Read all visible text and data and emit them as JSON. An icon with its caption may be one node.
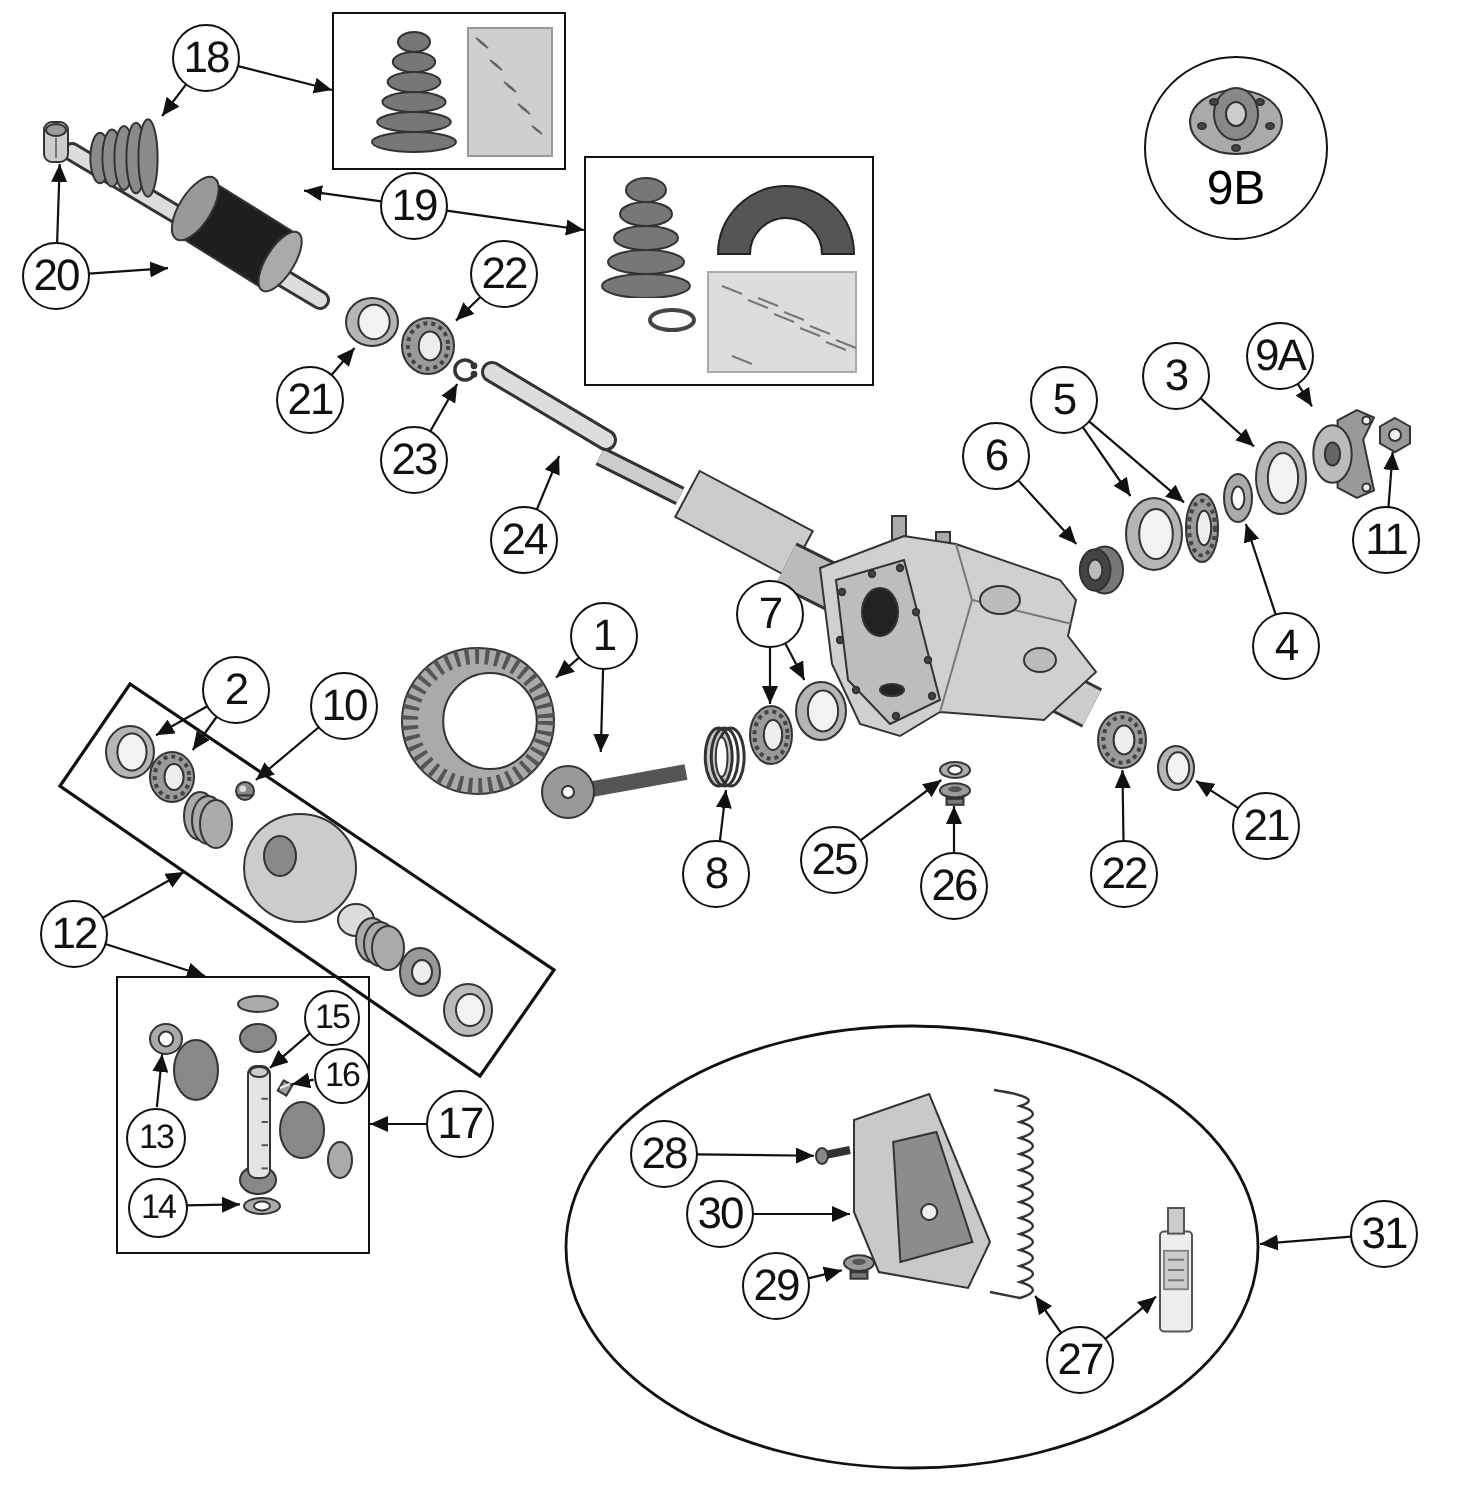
{
  "diagram": {
    "nodes": [
      {
        "text": [],
        "shape": "box"
      },
      {
        "text": [
          "18"
        ]
      },
      {
        "text": [
          "9B"
        ]
      },
      {
        "text": [],
        "shape": "box"
      },
      {
        "text": [
          "19"
        ]
      },
      {
        "text": [],
        "shape": "picture"
      },
      {
        "text": [],
        "shape": "picture"
      },
      {
        "text": [],
        "shape": "picture"
      },
      {
        "text": [
          "20"
        ]
      },
      {
        "text": [
          "22"
        ]
      },
      {
        "text": [],
        "shape": "picture"
      },
      {
        "text": [],
        "shape": "picture"
      },
      {
        "text": [
          "21"
        ]
      },
      {
        "text": [],
        "shape": "picture"
      },
      {
        "text": [
          "9A"
        ]
      },
      {
        "text": [
          "3"
        ]
      },
      {
        "text": [
          "5"
        ]
      },
      {
        "text": [
          "6"
        ]
      },
      {
        "text": [
          "23"
        ]
      },
      {
        "text": [],
        "shape": "picture"
      },
      {
        "text": [
          "24"
        ]
      },
      {
        "text": [],
        "shape": "picture"
      },
      {
        "text": [],
        "shape": "picture"
      },
      {
        "text": [],
        "shape": "picture"
      },
      {
        "text": [],
        "shape": "picture"
      },
      {
        "text": [],
        "shape": "picture"
      },
      {
        "text": [],
        "shape": "picture"
      },
      {
        "text": [],
        "shape": "picture"
      },
      {
        "text": [
          "11"
        ]
      },
      {
        "text": [
          "7"
        ]
      },
      {
        "text": [
          "1"
        ]
      },
      {
        "text": [
          "4"
        ]
      },
      {
        "text": [
          "2"
        ]
      },
      {
        "text": [
          "10"
        ]
      },
      {
        "text": [],
        "shape": "picture"
      },
      {
        "text": [],
        "shape": "picture"
      },
      {
        "text": [],
        "shape": "picture"
      },
      {
        "text": [],
        "shape": "picture"
      },
      {
        "text": [],
        "shape": "picture"
      },
      {
        "text": [],
        "shape": "box"
      },
      {
        "text": [],
        "shape": "picture",
        "in": 39
      },
      {
        "text": [],
        "shape": "picture",
        "in": 39
      },
      {
        "text": [],
        "shape": "picture",
        "in": 39
      },
      {
        "text": [],
        "shape": "picture"
      },
      {
        "text": [],
        "shape": "picture"
      },
      {
        "text": [],
        "shape": "picture"
      },
      {
        "text": [],
        "shape": "picture"
      },
      {
        "text": [
          "25"
        ]
      },
      {
        "text": [
          "8"
        ]
      },
      {
        "text": [
          "26"
        ]
      },
      {
        "text": [
          "22"
        ]
      },
      {
        "text": [
          "21"
        ]
      },
      {
        "text": [
          "12"
        ]
      },
      {
        "text": [],
        "shape": "box"
      },
      {
        "text": [
          "15"
        ],
        "in": 53
      },
      {
        "text": [],
        "shape": "picture",
        "in": 53
      },
      {
        "text": [
          "16"
        ],
        "in": 53
      },
      {
        "text": [],
        "shape": "picture",
        "in": 53
      },
      {
        "text": [],
        "shape": "picture",
        "in": 53
      },
      {
        "text": [
          "13"
        ],
        "in": 53
      },
      {
        "text": [
          "17"
        ]
      },
      {
        "text": [],
        "shape": "picture",
        "in": 53
      },
      {
        "text": [
          "14"
        ],
        "in": 53
      },
      {
        "text": [],
        "shape": "ellipse"
      },
      {
        "text": [
          "28"
        ],
        "in": 63
      },
      {
        "text": [],
        "shape": "picture",
        "in": 63
      },
      {
        "text": [
          "30"
        ],
        "in": 63
      },
      {
        "text": [],
        "shape": "picture",
        "in": 63
      },
      {
        "text": [],
        "shape": "picture",
        "in": 63
      },
      {
        "text": [],
        "shape": "picture",
        "in": 63
      },
      {
        "text": [
          "29"
        ],
        "in": 63
      },
      {
        "text": [],
        "shape": "picture",
        "in": 63
      },
      {
        "text": [
          "27"
        ],
        "in": 63
      },
      {
        "text": [
          "31"
        ]
      }
    ],
    "edges": [
      {
        "from": 1,
        "to": 0,
        "arrow": "to"
      },
      {
        "from": 1,
        "to": 5,
        "arrow": "to"
      },
      {
        "from": 4,
        "to": 7,
        "arrow": "to"
      },
      {
        "from": 4,
        "to": 3,
        "arrow": "to"
      },
      {
        "from": 8,
        "to": 6,
        "arrow": "to"
      },
      {
        "from": 8,
        "to": 7,
        "arrow": "to"
      },
      {
        "from": 12,
        "to": 10,
        "arrow": "to"
      },
      {
        "from": 9,
        "to": 11,
        "arrow": "to"
      },
      {
        "from": 18,
        "to": 13,
        "arrow": "to"
      },
      {
        "from": 20,
        "to": 19,
        "arrow": "to"
      },
      {
        "from": 17,
        "to": 27,
        "arrow": "to"
      },
      {
        "from": 16,
        "to": 25,
        "arrow": "to"
      },
      {
        "from": 16,
        "to": 26,
        "arrow": "to"
      },
      {
        "from": 15,
        "to": 23,
        "arrow": "to"
      },
      {
        "from": 14,
        "to": 22,
        "arrow": "to"
      },
      {
        "from": 28,
        "to": 21,
        "arrow": "to"
      },
      {
        "from": 31,
        "to": 24,
        "arrow": "to"
      },
      {
        "from": 30,
        "to": 34,
        "arrow": "to"
      },
      {
        "from": 30,
        "to": 35,
        "arrow": "to"
      },
      {
        "from": 29,
        "to": 37,
        "arrow": "to"
      },
      {
        "from": 29,
        "to": 36,
        "arrow": "to"
      },
      {
        "from": 48,
        "to": 38,
        "arrow": "to"
      },
      {
        "from": 32,
        "to": 40,
        "arrow": "to"
      },
      {
        "from": 32,
        "to": 41,
        "arrow": "to"
      },
      {
        "from": 33,
        "to": 42,
        "arrow": "to"
      },
      {
        "from": 47,
        "to": 45,
        "arrow": "to"
      },
      {
        "from": 49,
        "to": 46,
        "arrow": "to"
      },
      {
        "from": 50,
        "to": 43,
        "arrow": "to"
      },
      {
        "from": 51,
        "to": 44,
        "arrow": "to"
      },
      {
        "from": 52,
        "to": 39,
        "arrow": "to"
      },
      {
        "from": 52,
        "to": 53,
        "arrow": "to"
      },
      {
        "from": 54,
        "to": 55,
        "arrow": "to"
      },
      {
        "from": 56,
        "to": 57,
        "arrow": "to"
      },
      {
        "from": 59,
        "to": 58,
        "arrow": "to"
      },
      {
        "from": 62,
        "to": 61,
        "arrow": "to"
      },
      {
        "from": 60,
        "to": 53,
        "arrow": "to"
      },
      {
        "from": 64,
        "to": 65,
        "arrow": "to"
      },
      {
        "from": 66,
        "to": 68,
        "arrow": "to"
      },
      {
        "from": 70,
        "to": 69,
        "arrow": "to"
      },
      {
        "from": 72,
        "to": 67,
        "arrow": "to"
      },
      {
        "from": 72,
        "to": 71,
        "arrow": "to"
      },
      {
        "from": 73,
        "to": 63,
        "arrow": "to"
      }
    ]
  }
}
